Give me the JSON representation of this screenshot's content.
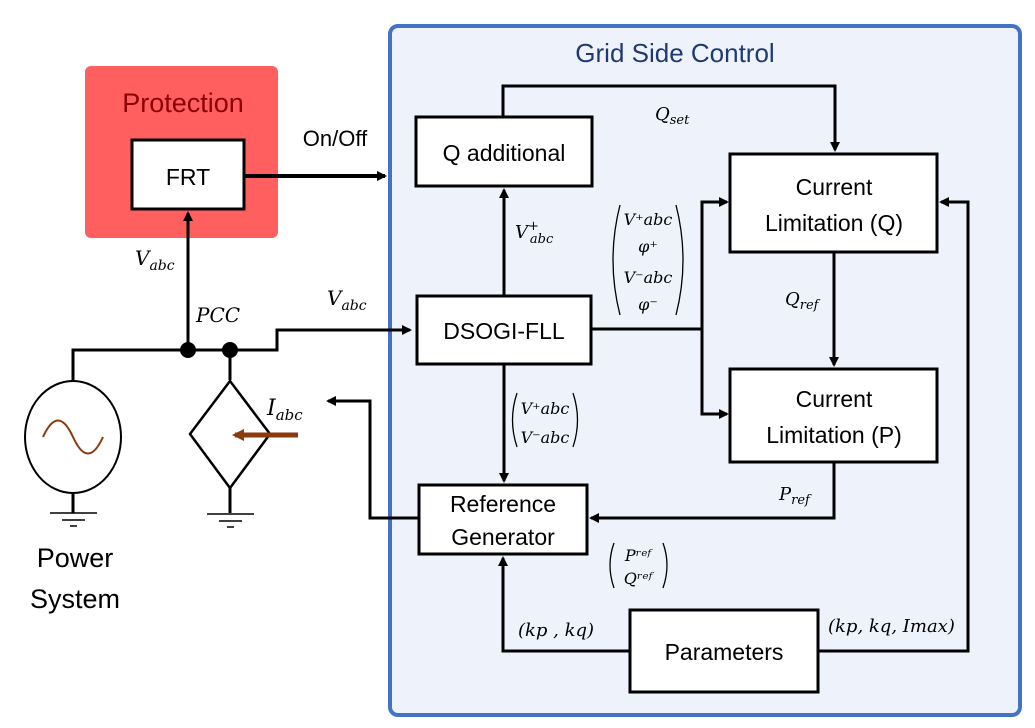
{
  "colors": {
    "protection_fill": "#FF5F5F",
    "protection_text": "#8B0000",
    "grid_container_fill": "#EEF2FB",
    "grid_container_border": "#4472C4",
    "grid_title": "#1F3A73",
    "line": "#000000",
    "current_arrow": "#8B3A0E",
    "sine": "#8B3A0E"
  },
  "protection": {
    "title": "Protection",
    "frt_block": "FRT",
    "on_off_label": "On/Off",
    "vabc_label": {
      "base": "V",
      "sub": "abc"
    }
  },
  "power_system": {
    "label_line1": "Power",
    "label_line2": "System",
    "pcc_label": "PCC",
    "vabc_label": {
      "base": "V",
      "sub": "abc"
    },
    "iabc_label": {
      "base": "I",
      "sub": "abc"
    },
    "source_icon": "ac-voltage-source-icon",
    "current_source_icon": "dependent-current-source-icon",
    "ground_icon": "ground-icon"
  },
  "grid_side_control": {
    "title": "Grid Side Control",
    "blocks": {
      "q_additional": "Q additional",
      "dsogi_fll": "DSOGI-FLL",
      "reference_generator_line1": "Reference",
      "reference_generator_line2": "Generator",
      "current_limit_q_line1": "Current",
      "current_limit_q_line2": "Limitation (Q)",
      "current_limit_p_line1": "Current",
      "current_limit_p_line2": "Limitation (P)",
      "parameters": "Parameters"
    },
    "signals": {
      "q_set": {
        "base": "Q",
        "sub": "set"
      },
      "q_ref": {
        "base": "Q",
        "sub": "ref"
      },
      "p_ref": {
        "base": "P",
        "sub": "ref"
      },
      "v_abc_plus_up": {
        "base": "V",
        "sub": "abc",
        "sup": "+"
      },
      "vector_dsogi_out": [
        "V⁺abc",
        "φ⁺",
        "V⁻abc",
        "φ⁻"
      ],
      "vector_dsogi_down": [
        "V⁺abc",
        "V⁻abc"
      ],
      "vector_refs": [
        "Pʳᵉᶠ",
        "Qʳᵉᶠ"
      ],
      "kp_kq": "(kp , kq)",
      "kp_kq_imax": "(kp, kq, Imax)"
    }
  }
}
